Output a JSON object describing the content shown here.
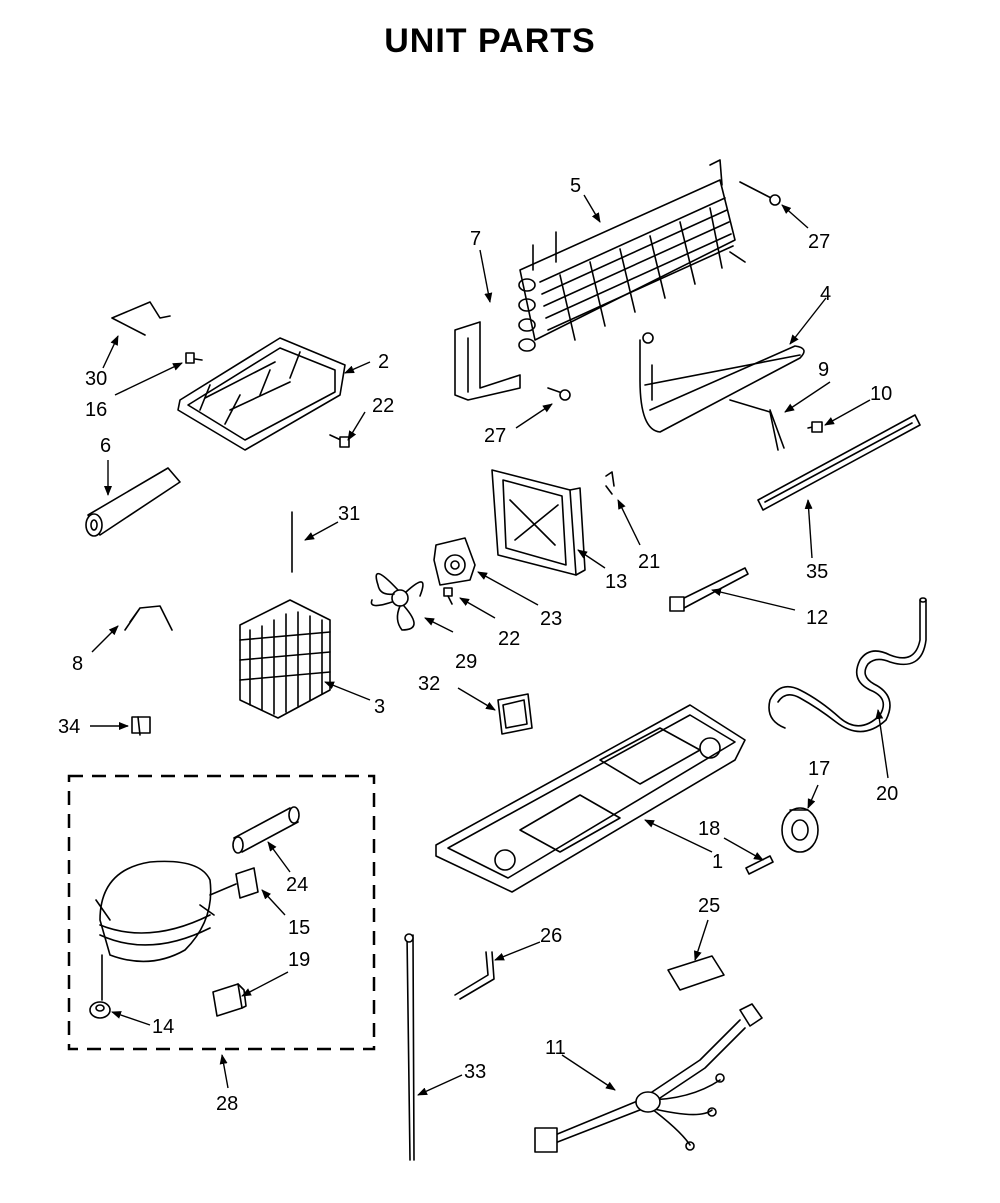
{
  "title": "UNIT PARTS",
  "callouts": {
    "c1": "1",
    "c2": "2",
    "c3": "3",
    "c4": "4",
    "c5": "5",
    "c6": "6",
    "c7": "7",
    "c8": "8",
    "c9": "9",
    "c10": "10",
    "c11": "11",
    "c12": "12",
    "c13": "13",
    "c14": "14",
    "c15": "15",
    "c16": "16",
    "c17": "17",
    "c18": "18",
    "c19": "19",
    "c20": "20",
    "c21": "21",
    "c22a": "22",
    "c22b": "22",
    "c23": "23",
    "c24": "24",
    "c25": "25",
    "c26": "26",
    "c27a": "27",
    "c27b": "27",
    "c28": "28",
    "c29": "29",
    "c30": "30",
    "c31": "31",
    "c32": "32",
    "c33": "33",
    "c34": "34",
    "c35": "35"
  }
}
